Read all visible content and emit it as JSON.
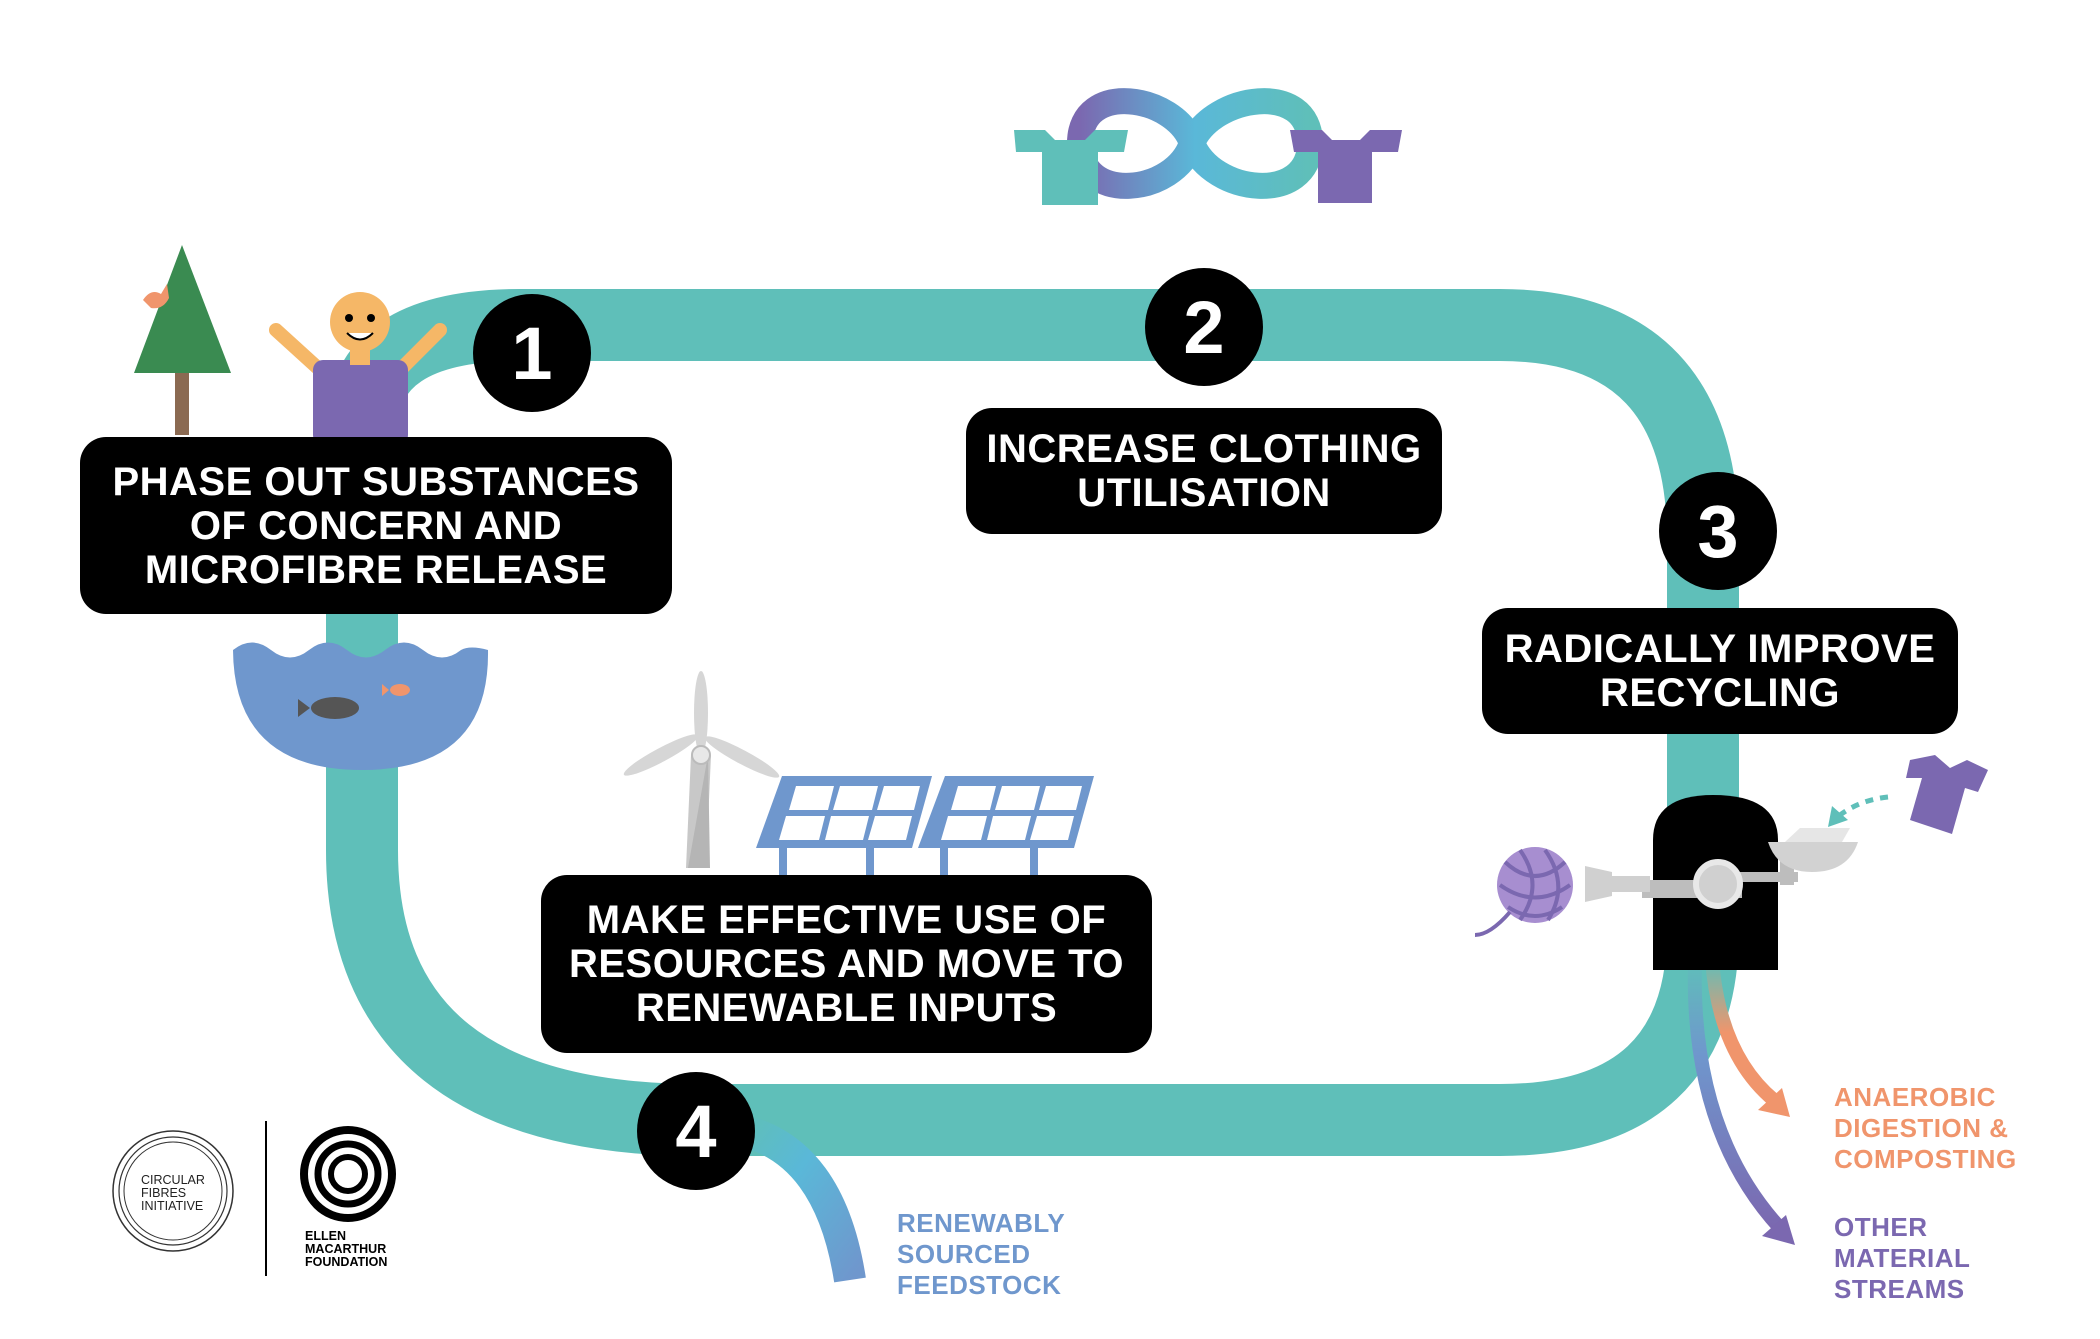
{
  "steps": [
    {
      "number": "1",
      "lines": [
        "PHASE OUT SUBSTANCES",
        "OF CONCERN AND",
        "MICROFIBRE RELEASE"
      ]
    },
    {
      "number": "2",
      "lines": [
        "INCREASE CLOTHING",
        "UTILISATION"
      ]
    },
    {
      "number": "3",
      "lines": [
        "RADICALLY IMPROVE",
        "RECYCLING"
      ]
    },
    {
      "number": "4",
      "lines": [
        "MAKE EFFECTIVE USE OF",
        "RESOURCES AND MOVE TO",
        "RENEWABLE INPUTS"
      ]
    }
  ],
  "outputs": {
    "feedstock": [
      "RENEWABLY",
      "SOURCED",
      "FEEDSTOCK"
    ],
    "anaerobic": [
      "ANAEROBIC",
      "DIGESTION &",
      "COMPOSTING"
    ],
    "other": [
      "OTHER",
      "MATERIAL",
      "STREAMS"
    ]
  },
  "logos": {
    "cfi": [
      "CIRCULAR",
      "FIBRES",
      "INITIATIVE"
    ],
    "emf": [
      "ELLEN",
      "MACARTHUR",
      "FOUNDATION"
    ]
  },
  "colors": {
    "loop": "#5fbfb9",
    "purple": "#7b68b0",
    "orange": "#f0956c",
    "blue_text": "#6f97cd",
    "water": "#6f97cd",
    "black": "#000000"
  },
  "icons": [
    "tree-icon",
    "person-icon",
    "bird-icon",
    "water-bowl-icon",
    "fish-icon",
    "infinity-shirts-icon",
    "wind-turbine-icon",
    "solar-panel-icon",
    "recycling-machine-icon",
    "yarn-ball-icon",
    "tshirt-icon"
  ]
}
